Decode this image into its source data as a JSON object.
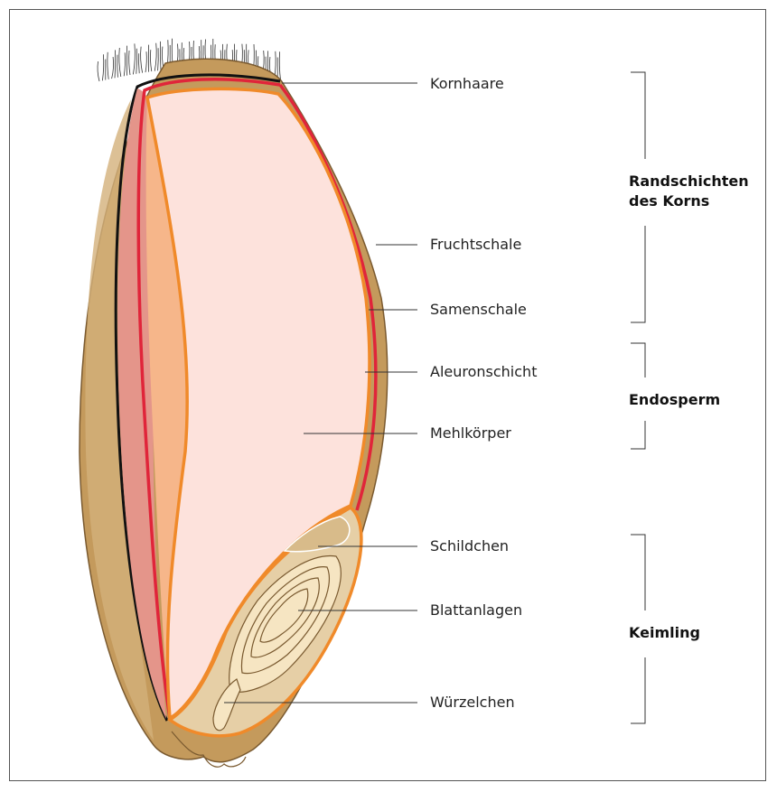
{
  "labels": {
    "kornhaare": "Kornhaare",
    "fruchtschale": "Fruchtschale",
    "samenschale": "Samenschale",
    "aleuronschicht": "Aleuronschicht",
    "mehlkoerper": "Mehlkörper",
    "schildchen": "Schildchen",
    "blattanlagen": "Blattanlagen",
    "wuerzelchen": "Würzelchen"
  },
  "groups": {
    "randschichten_line1": "Randschichten",
    "randschichten_line2": "des Korns",
    "endosperm": "Endosperm",
    "keimling": "Keimling"
  },
  "colors": {
    "hull": "#c49a5c",
    "hull_light": "#d3b07a",
    "endosperm": "#fde2dc",
    "seed_coat": "#e0253a",
    "aleurone": "#f08a2a",
    "inner_pink": "#e4958a",
    "inner_orange": "#f6b68a",
    "germ": "#e6cfa6",
    "germ_light": "#f6e5c2"
  }
}
